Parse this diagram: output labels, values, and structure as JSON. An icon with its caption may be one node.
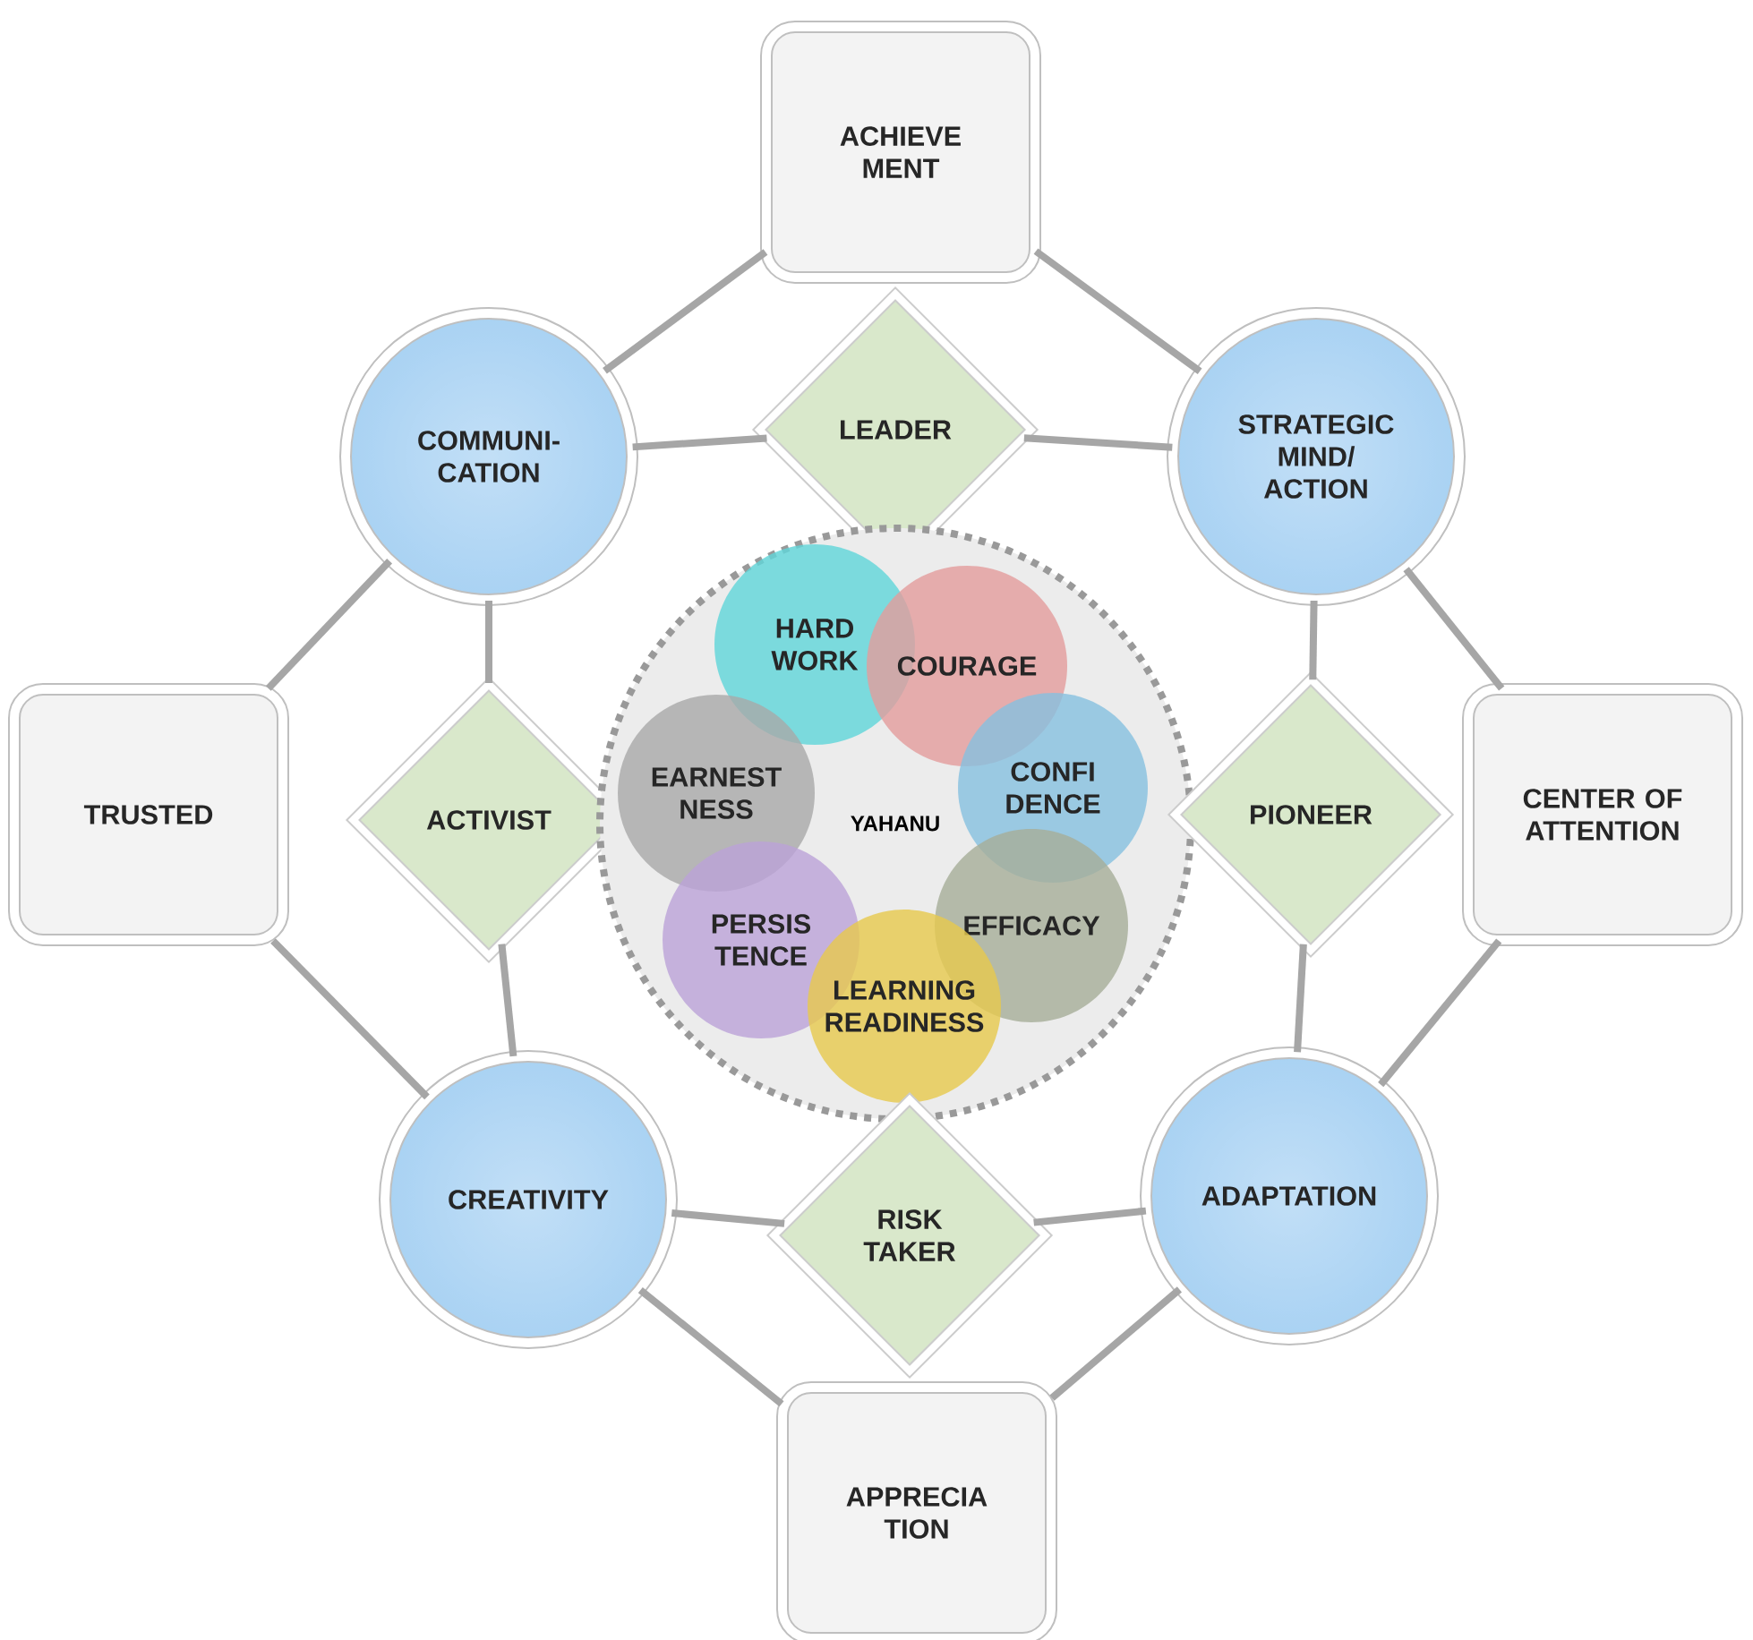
{
  "diagram": {
    "nodes": [
      {
        "text": [
          "ACHIEVE MENT"
        ]
      },
      {
        "text": [
          "COMMUNI- CATION"
        ]
      },
      {
        "text": [
          "LEADER"
        ]
      },
      {
        "text": [
          "STRATEGIC MIND/ ACTION"
        ]
      },
      {
        "text": [
          "TRUSTED"
        ]
      },
      {
        "text": [
          "ACTIVIST"
        ]
      },
      {
        "text": [
          "YAHANU"
        ]
      },
      {
        "text": [
          "HARD WORK"
        ],
        "in": 6
      },
      {
        "text": [
          "COURAGE"
        ],
        "in": 6
      },
      {
        "text": [
          "EARNEST NESS"
        ],
        "in": 6
      },
      {
        "text": [
          "CONFI DENCE"
        ],
        "in": 6
      },
      {
        "text": [
          "PERSIS TENCE"
        ],
        "in": 6
      },
      {
        "text": [
          "EFFICACY"
        ],
        "in": 6
      },
      {
        "text": [
          "LEARNING READINESS"
        ],
        "in": 6
      },
      {
        "text": [
          "PIONEER"
        ]
      },
      {
        "text": [
          "CENTER OF ATTENTION"
        ]
      },
      {
        "text": [
          "CREATIVITY"
        ]
      },
      {
        "text": [
          "RISK TAKER"
        ]
      },
      {
        "text": [
          "ADAPTATION"
        ]
      },
      {
        "text": [
          "APPRECIA TION"
        ]
      }
    ],
    "edges": [
      {
        "from": 0,
        "to": 1,
        "arrow": "none"
      },
      {
        "from": 0,
        "to": 3,
        "arrow": "none"
      },
      {
        "from": 4,
        "to": 1,
        "arrow": "none"
      },
      {
        "from": 4,
        "to": 16,
        "arrow": "none"
      },
      {
        "from": 15,
        "to": 3,
        "arrow": "none"
      },
      {
        "from": 15,
        "to": 18,
        "arrow": "none"
      },
      {
        "from": 19,
        "to": 16,
        "arrow": "none"
      },
      {
        "from": 19,
        "to": 18,
        "arrow": "none"
      },
      {
        "from": 1,
        "to": 2,
        "arrow": "none"
      },
      {
        "from": 2,
        "to": 3,
        "arrow": "none"
      },
      {
        "from": 1,
        "to": 5,
        "arrow": "none"
      },
      {
        "from": 5,
        "to": 16,
        "arrow": "none"
      },
      {
        "from": 3,
        "to": 14,
        "arrow": "none"
      },
      {
        "from": 14,
        "to": 18,
        "arrow": "none"
      },
      {
        "from": 16,
        "to": 17,
        "arrow": "none"
      },
      {
        "from": 17,
        "to": 18,
        "arrow": "none"
      }
    ]
  }
}
